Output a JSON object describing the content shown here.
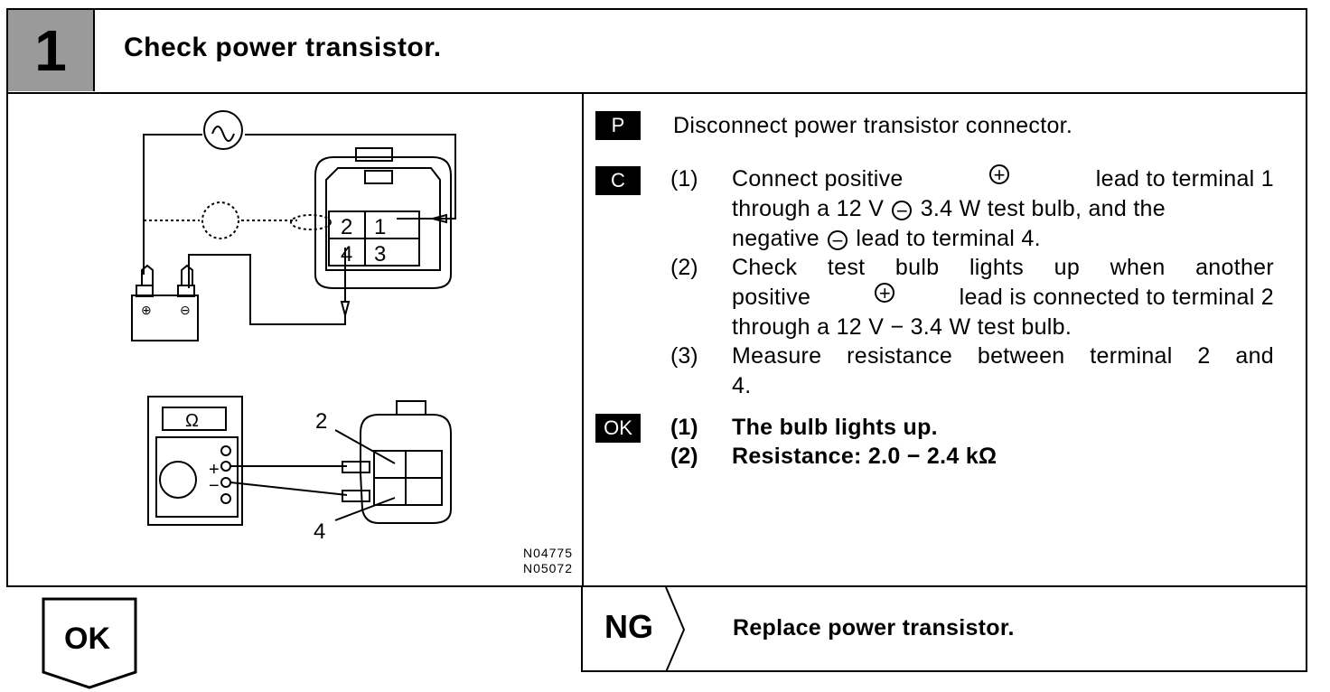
{
  "step": {
    "number": "1",
    "title": "Check power transistor."
  },
  "figure": {
    "codes": [
      "N04775",
      "N05072"
    ],
    "terminals": [
      "2",
      "1",
      "4",
      "3"
    ],
    "meter_symbol": "Ω",
    "probe_labels": [
      "2",
      "4"
    ],
    "meter_signs": [
      "+",
      "−"
    ],
    "battery_signs": [
      "⊕",
      "⊖"
    ]
  },
  "instructions": {
    "P": {
      "tag": "P",
      "text": "Disconnect power transistor connector."
    },
    "C": {
      "tag": "C",
      "items": [
        {
          "num": "(1)",
          "lines": [
            "Connect positive",
            "lead to terminal 1",
            "through a 12 V",
            "3.4 W test bulb, and the",
            "negative",
            "lead to terminal 4."
          ]
        },
        {
          "num": "(2)",
          "lines": [
            "Check test bulb lights up when another",
            "positive",
            "lead is connected to terminal 2",
            "through a 12 V − 3.4 W test bulb."
          ]
        },
        {
          "num": "(3)",
          "lines": [
            "Measure resistance between terminal 2 and",
            "4."
          ]
        }
      ]
    },
    "OK": {
      "tag": "OK",
      "items": [
        {
          "num": "(1)",
          "text": "The bulb lights up."
        },
        {
          "num": "(2)",
          "text": "Resistance: 2.0 − 2.4 kΩ"
        }
      ]
    }
  },
  "symbols": {
    "plus": "+",
    "minus": "−"
  },
  "results": {
    "ok_label": "OK",
    "ng_label": "NG",
    "ng_action": "Replace power transistor."
  }
}
